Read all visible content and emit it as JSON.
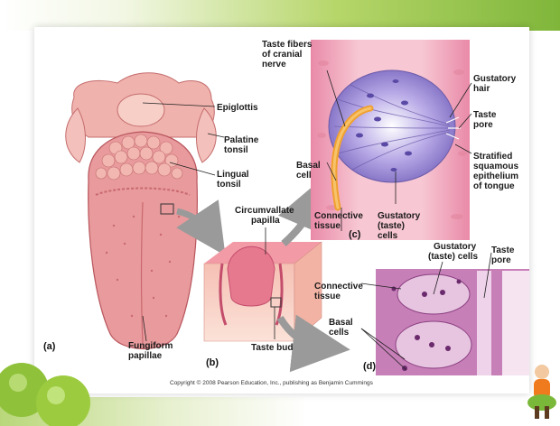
{
  "labels": {
    "epiglottis": "Epiglottis",
    "palatine_tonsil_1": "Palatine",
    "palatine_tonsil_2": "tonsil",
    "lingual_tonsil_1": "Lingual",
    "lingual_tonsil_2": "tonsil",
    "fungiform_1": "Fungiform",
    "fungiform_2": "papillae",
    "circumvallate_1": "Circumvallate",
    "circumvallate_2": "papilla",
    "taste_bud": "Taste bud",
    "taste_fibers_1": "Taste fibers",
    "taste_fibers_2": "of cranial",
    "taste_fibers_3": "nerve",
    "basal_cell_1": "Basal",
    "basal_cell_2": "cell",
    "connective_c_1": "Connective",
    "connective_c_2": "tissue",
    "gustatory_c_1": "Gustatory",
    "gustatory_c_2": "(taste)",
    "gustatory_c_3": "cells",
    "gustatory_hair_1": "Gustatory",
    "gustatory_hair_2": "hair",
    "taste_pore_c_1": "Taste",
    "taste_pore_c_2": "pore",
    "stratified_1": "Stratified",
    "stratified_2": "squamous",
    "stratified_3": "epithelium",
    "stratified_4": "of tongue",
    "gustatory_d_1": "Gustatory",
    "gustatory_d_2": "(taste) cells",
    "taste_pore_d_1": "Taste",
    "taste_pore_d_2": "pore",
    "connective_d_1": "Connective",
    "connective_d_2": "tissue",
    "basal_cells_d_1": "Basal",
    "basal_cells_d_2": "cells"
  },
  "panels": {
    "a": "(a)",
    "b": "(b)",
    "c": "(c)",
    "d": "(d)"
  },
  "copyright": "Copyright © 2008 Pearson Education, Inc., publishing as Benjamin Cummings",
  "colors": {
    "tongue": "#e89a9c",
    "tongue_dark": "#c9696f",
    "tissue_pink": "#f4b9c4",
    "bud_purple": "#8b7bc9",
    "nerve_orange": "#f0a030",
    "histology": "#c77fb8",
    "arrow_gray": "#9a9a9a"
  },
  "icons": {
    "decor_left": "green-apples-icon",
    "decor_right": "mascot-icon"
  }
}
